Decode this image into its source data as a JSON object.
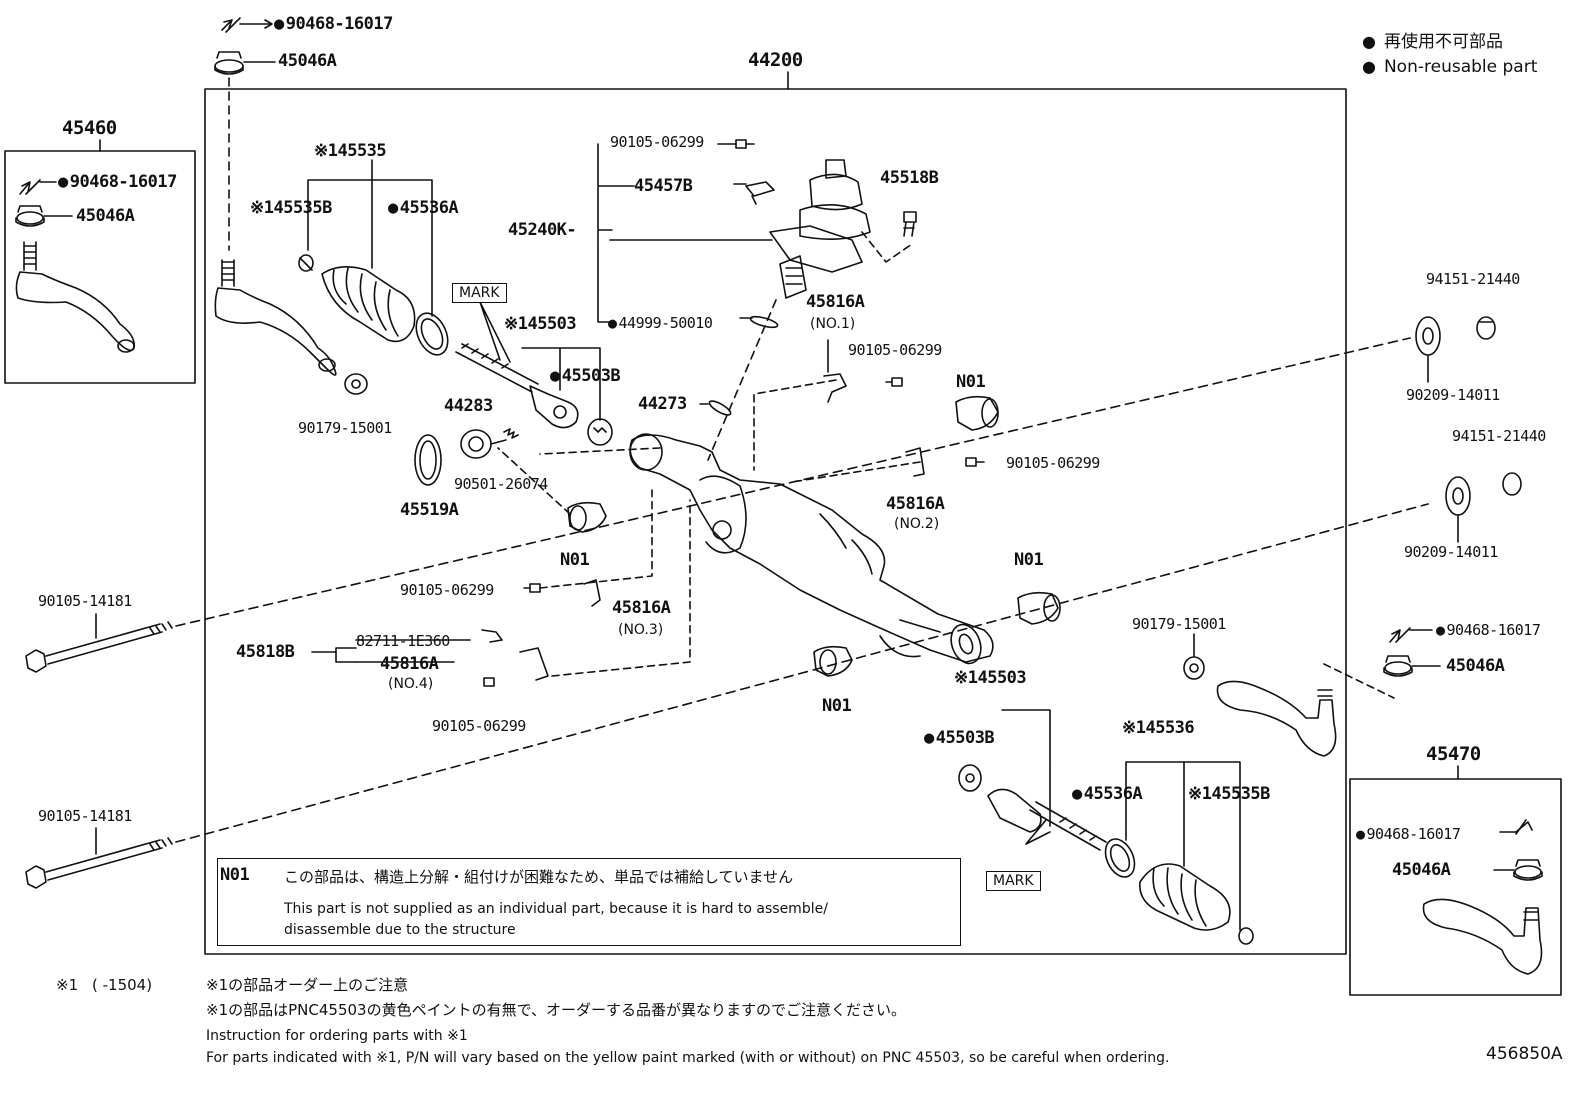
{
  "legend": {
    "ja": "再使用不可部品",
    "en": "Non-reusable part"
  },
  "assembly_label": "44200",
  "left_box_label": "45460",
  "right_box_label": "45470",
  "figure_id": "456850A",
  "mark_label": "MARK",
  "n01_note": {
    "code": "N01",
    "ja": "この部品は、構造上分解・組付けが困難なため、単品では補給していません",
    "en_line1": "This part is not supplied as an individual part, because it is hard to assemble/",
    "en_line2": "disassemble  due to the structure"
  },
  "footnote": {
    "marker": "※1",
    "range": "(      -1504)",
    "ja_title": "※1の部品オーダー上のご注意",
    "ja_body": "※1の部品はPNC45503の黄色ペイントの有無で、オーダーする品番が異なりますのでご注意ください。",
    "en_title": "Instruction for ordering parts with ※1",
    "en_body": "For parts indicated with ※1, P/N will vary based on the yellow paint marked (with or without) on PNC 45503, so be careful when ordering."
  },
  "parts": {
    "p_90468_top": "90468-16017",
    "p_45046a_top": "45046A",
    "p_90468_lbox": "90468-16017",
    "p_45046a_lbox": "45046A",
    "p_45535": "※145535",
    "p_45535b_l": "※145535B",
    "p_45536a_l": "45536A",
    "p_90105_a": "90105-06299",
    "p_45457b": "45457B",
    "p_45240k": "45240K-",
    "p_45518b": "45518B",
    "p_45503_l": "※145503",
    "p_44999": "44999-50010",
    "p_45503b_l": "45503B",
    "p_45816a_1": "45816A",
    "p_no1": "(NO.1)",
    "p_90105_b": "90105-06299",
    "p_90179_l": "90179-15001",
    "p_44283": "44283",
    "p_44273": "44273",
    "p_n01_a": "N01",
    "p_94151_a": "94151-21440",
    "p_90209_a": "90209-14011",
    "p_94151_b": "94151-21440",
    "p_90501": "90501-26074",
    "p_45519a": "45519A",
    "p_90105_c": "90105-06299",
    "p_45816a_2": "45816A",
    "p_no2": "(NO.2)",
    "p_90209_b": "90209-14011",
    "p_n01_b": "N01",
    "p_90105_d": "90105-06299",
    "p_45816a_3": "45816A",
    "p_no3": "(NO.3)",
    "p_n01_c": "N01",
    "p_90105_14181_a": "90105-14181",
    "p_45818b": "45818B",
    "p_82711": "82711-1E360",
    "p_45816a_4": "45816A",
    "p_no4": "(NO.4)",
    "p_90105_e": "90105-06299",
    "p_n01_d": "N01",
    "p_90179_r": "90179-15001",
    "p_90468_r": "90468-16017",
    "p_45046a_r": "45046A",
    "p_45503_r": "※145503",
    "p_45503b_r": "45503B",
    "p_45536": "※145536",
    "p_45536a_r": "45536A",
    "p_45535b_r": "※145535B",
    "p_90105_14181_b": "90105-14181",
    "p_90468_rbox": "90468-16017",
    "p_45046a_rbox": "45046A"
  }
}
